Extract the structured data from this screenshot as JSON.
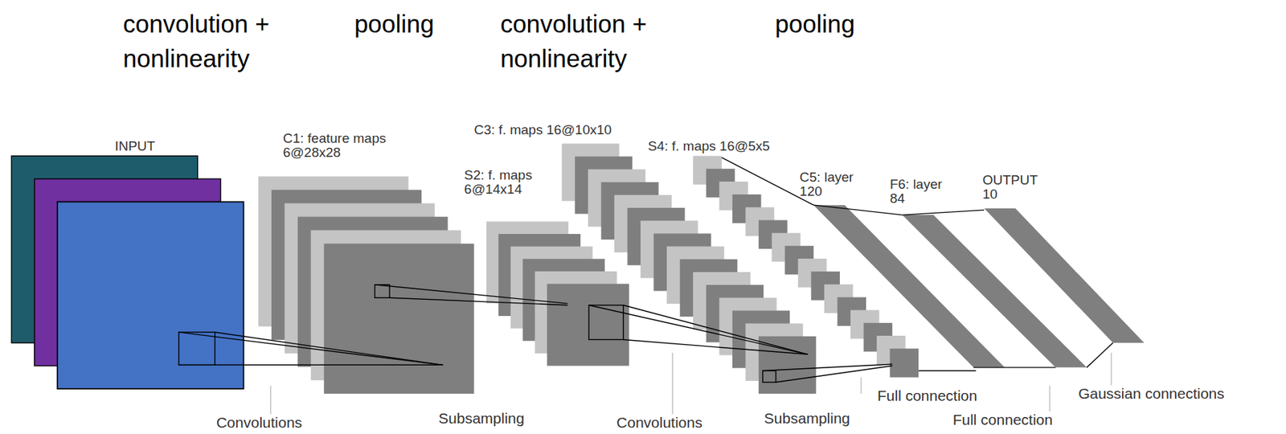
{
  "diagram": {
    "nodes": [
      {
        "text": [
          "INPUT"
        ]
      },
      {
        "text": [
          "C1: feature maps 6@28x28"
        ]
      },
      {
        "text": [
          "S2: f. maps 6@14x14"
        ]
      },
      {
        "text": [
          "C3: f. maps 16@10x10"
        ]
      },
      {
        "text": [
          "S4: f. maps 16@5x5"
        ]
      },
      {
        "text": [
          "C5: layer 120"
        ]
      },
      {
        "text": [
          "F6: layer 84"
        ]
      },
      {
        "text": [
          "OUTPUT 10"
        ]
      }
    ],
    "labels": [
      "convolution + nonlinearity",
      "pooling",
      "convolution + nonlinearity",
      "pooling",
      "Convolutions",
      "Subsampling",
      "Convolutions",
      "Subsampling",
      "Full connection",
      "Full connection",
      "Gaussian connections"
    ]
  }
}
